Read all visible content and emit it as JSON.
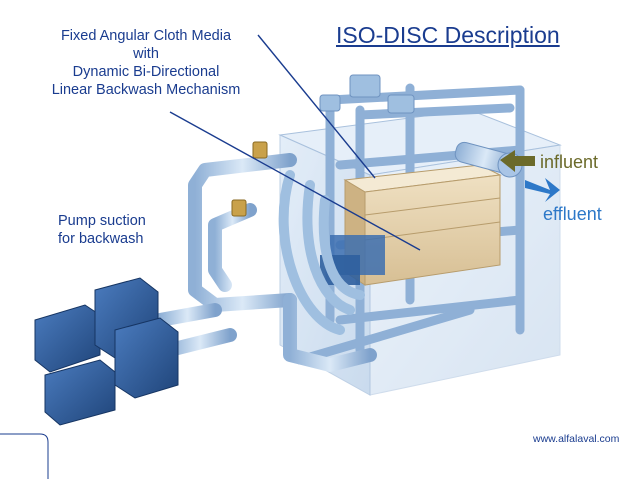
{
  "title": "ISO-DISC Description",
  "callouts": {
    "media": [
      "Fixed Angular Cloth Media",
      "with",
      "Dynamic Bi-Directional",
      "Linear Backwash Mechanism"
    ],
    "pump": [
      "Pump suction",
      "for backwash"
    ]
  },
  "flow": {
    "influent": "influent",
    "effluent": "effluent"
  },
  "footer": {
    "website": "www.alfalaval.com"
  },
  "colors": {
    "label_blue": "#1a3c8f",
    "pipe_blue": "#9fbfe0",
    "pump_blue": "#2f5f9e",
    "tank_blue": "#c9dcf0",
    "influent_arrow": "#6b6a2a",
    "effluent_arrow": "#2d78c8"
  }
}
